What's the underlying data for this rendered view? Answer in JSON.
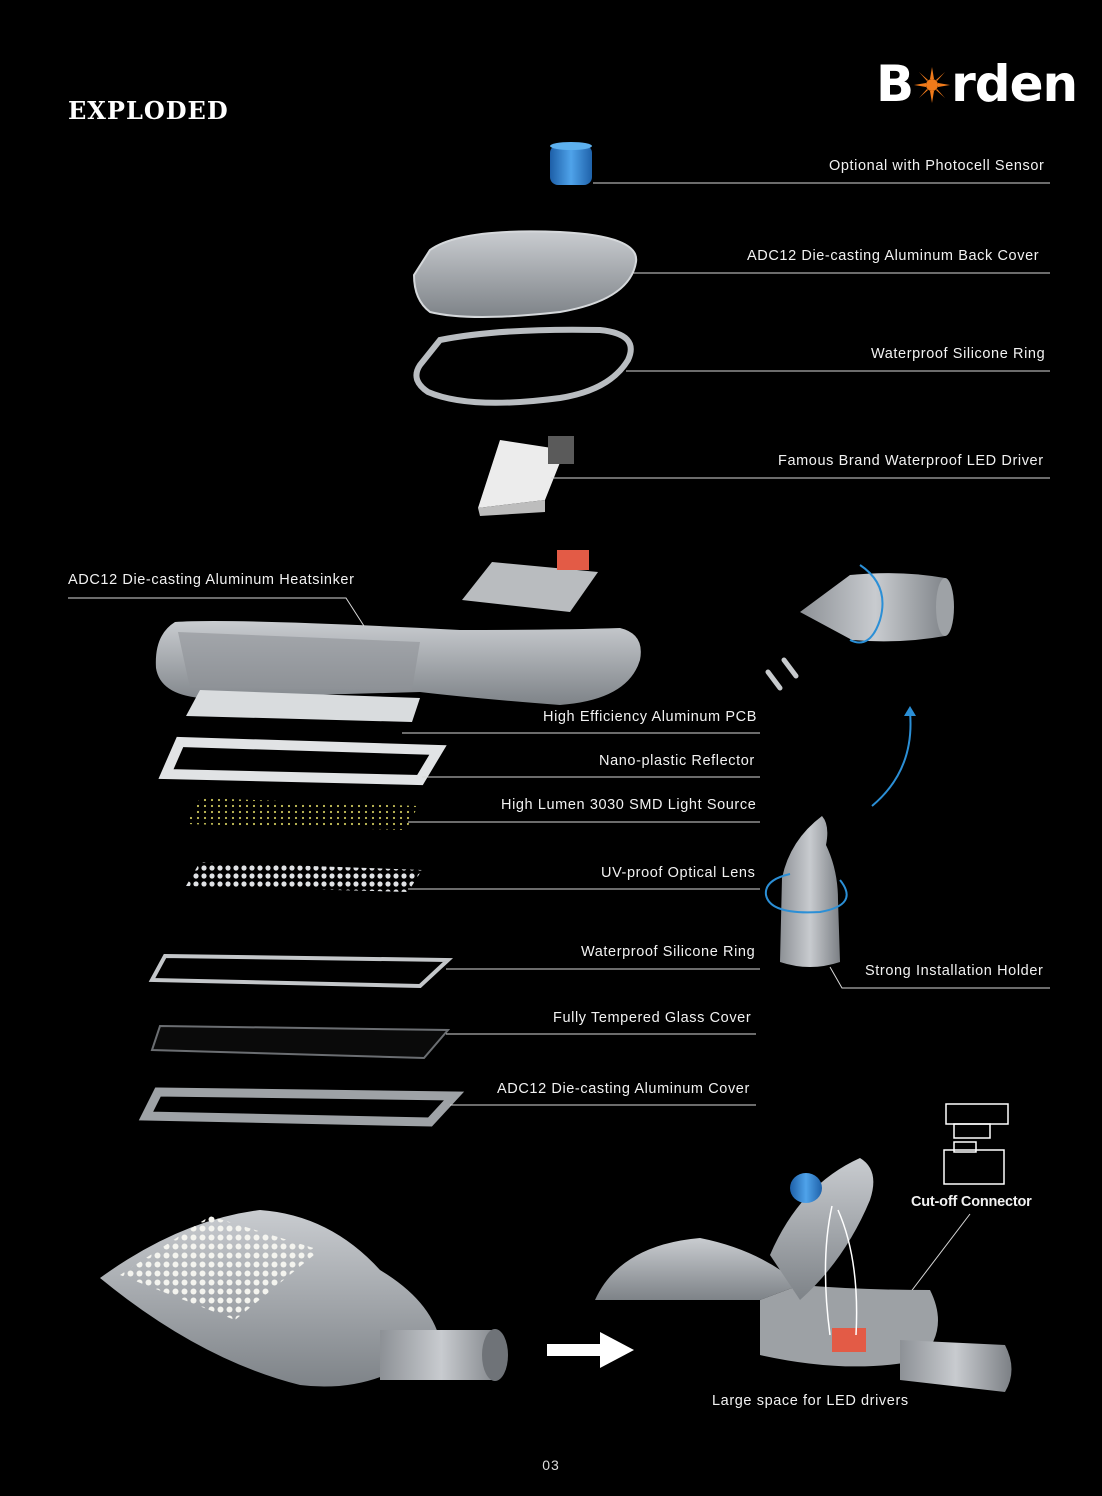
{
  "header": {
    "title": "EXPLODED",
    "brand_prefix": "B",
    "brand_suffix": "rden"
  },
  "labels": {
    "photocell": "Optional with Photocell Sensor",
    "back_cover": "ADC12 Die-casting Aluminum  Back Cover",
    "silicone_ring_top": "Waterproof Silicone Ring",
    "led_driver": "Famous Brand Waterproof LED Driver",
    "heatsinker": "ADC12 Die-casting Aluminum Heatsinker",
    "pcb": "High Efficiency Aluminum PCB",
    "reflector": "Nano-plastic Reflector",
    "light_source": "High Lumen 3030 SMD Light Source",
    "optical_lens": "UV-proof Optical Lens",
    "silicone_ring_bottom": "Waterproof Silicone Ring",
    "glass_cover": "Fully Tempered Glass Cover",
    "aluminum_cover": "ADC12 Die-casting Aluminum Cover",
    "installation_holder": "Strong Installation Holder",
    "cutoff_connector": "Cut-off Connector",
    "driver_space": "Large space for LED drivers"
  },
  "footer": {
    "page_number": "03"
  },
  "colors": {
    "background": "#000000",
    "text": "#ffffff",
    "accent_blue": "#2b8fd6",
    "sun_orange": "#f07a1a",
    "housing_grey": "#a9adb2"
  }
}
